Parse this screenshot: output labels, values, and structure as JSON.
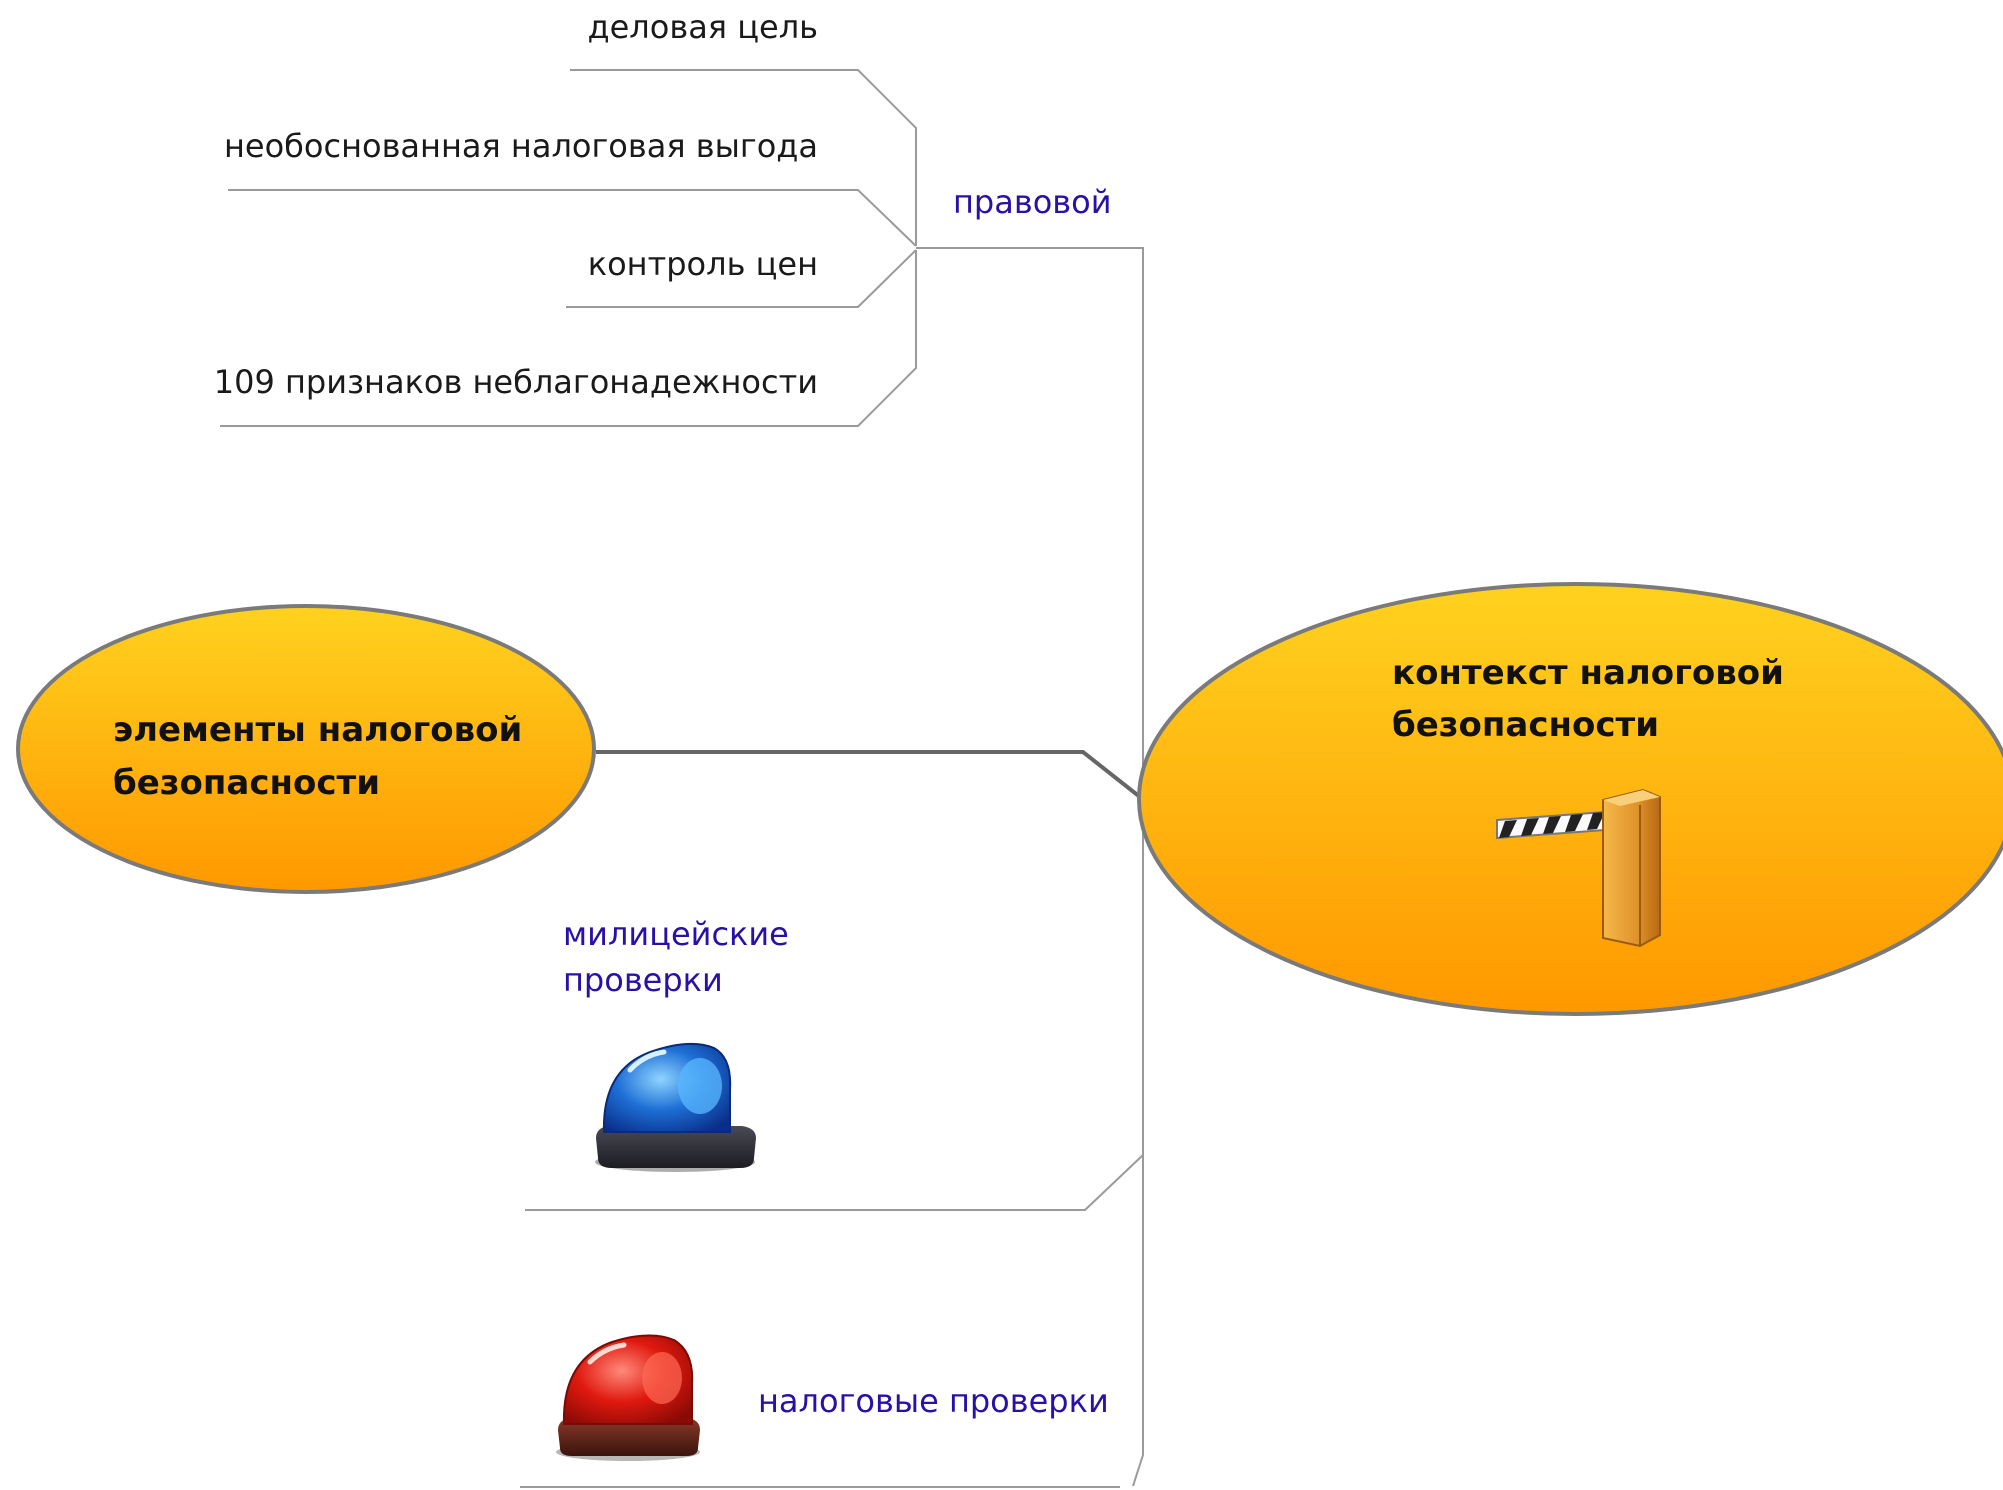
{
  "legal_branch": {
    "label": "правовой",
    "leaves": [
      "деловая цель",
      "необоснованная налоговая выгода",
      "контроль цен",
      "109 признаков неблагонадежности"
    ]
  },
  "left_node": {
    "line1": "элементы налоговой",
    "line2": "безопасности"
  },
  "right_node": {
    "line1": "контекст налоговой",
    "line2": "безопасности",
    "icon": "barrier-gate-icon"
  },
  "police_branch": {
    "line1": "милицейские",
    "line2": "проверки",
    "icon": "blue-beacon-icon"
  },
  "tax_branch": {
    "label": "налоговые проверки",
    "icon": "red-beacon-icon"
  },
  "colors": {
    "node_fill_top": "#ffcf1a",
    "node_fill_bottom": "#ff9a00",
    "branch_text": "#2a0fa8",
    "connector": "#9a9a9a"
  }
}
